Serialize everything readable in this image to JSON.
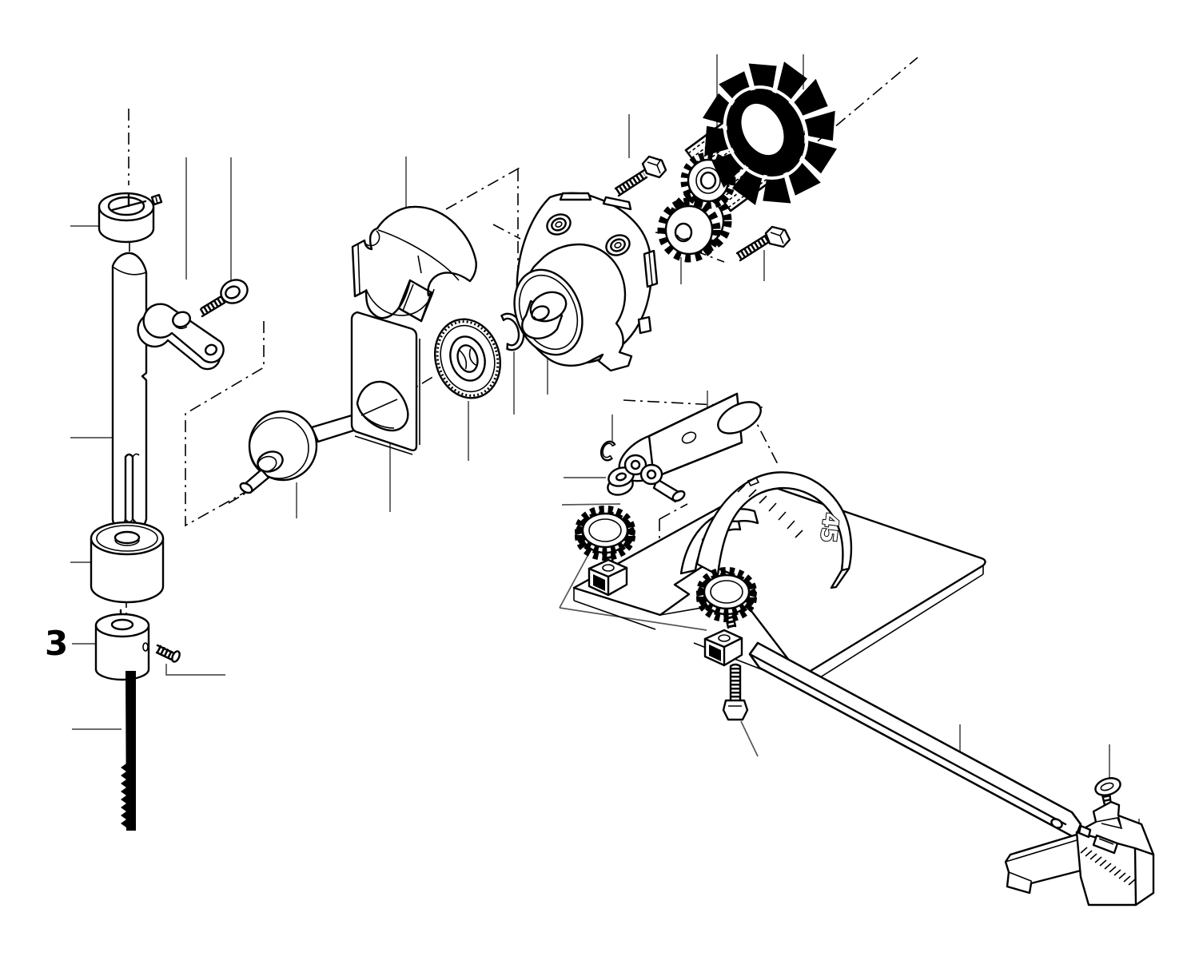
{
  "diagram": {
    "type": "exploded-parts-diagram",
    "description": "Exploded view line drawing of a power-saw blade drive: blade clamp column, crank and bearing, gear housing, gears with cooling fan, tilting base shoe with bevel scale, and rip fence.",
    "background_color": "#ffffff",
    "line_color": "#000000",
    "leader_line_color": "#555555",
    "callouts": [
      {
        "label": "3"
      }
    ],
    "bevel_scale": {
      "text": "45",
      "tick_count": 7
    },
    "parts": [
      "ring-collar",
      "plunger-rod",
      "connecting-link",
      "link-screw",
      "drum-bushing",
      "blade-clamp-collar",
      "set-screw",
      "saw-blade",
      "eccentric-crank",
      "gearbox-cover",
      "front-plate",
      "ball-bearing",
      "retaining-ring",
      "gear-housing",
      "hex-bolt-upper",
      "hex-bolt-right",
      "pinion-gear",
      "drive-gear",
      "cooling-fan",
      "o-ring",
      "roller",
      "counterweight-cylinder",
      "thumb-screw-left",
      "thumb-screw-front",
      "square-nut-left",
      "square-nut-front",
      "base-shoe",
      "bevel-scale-band",
      "saddle-bracket",
      "carriage-bolt",
      "fence-bar",
      "fence-screw",
      "fence-block"
    ]
  }
}
